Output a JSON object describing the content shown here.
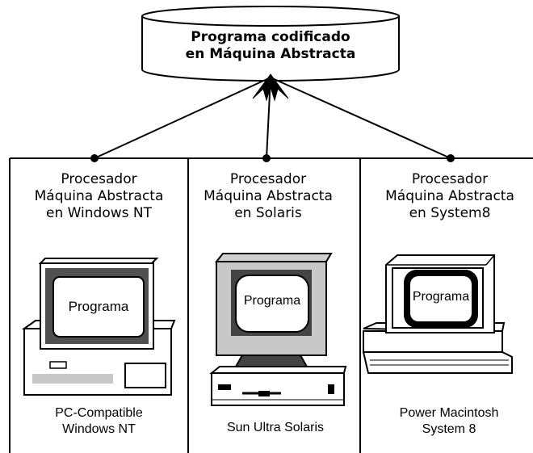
{
  "top": {
    "line1": "Programa codificado",
    "line2": "en Máquina Abstracta"
  },
  "columns": [
    {
      "proc_line1": "Procesador",
      "proc_line2": "Máquina Abstracta",
      "proc_line3": "en Windows NT",
      "screen_text": "Programa",
      "caption_line1": "PC-Compatible",
      "caption_line2": "Windows NT",
      "computer_icon": "pc-computer-icon"
    },
    {
      "proc_line1": "Procesador",
      "proc_line2": "Máquina Abstracta",
      "proc_line3": "en Solaris",
      "screen_text": "Programa",
      "caption_line1": "Sun Ultra Solaris",
      "caption_line2": "",
      "computer_icon": "sun-workstation-icon"
    },
    {
      "proc_line1": "Procesador",
      "proc_line2": "Máquina Abstracta",
      "proc_line3": "en System8",
      "screen_text": "Programa",
      "caption_line1": "Power Macintosh",
      "caption_line2": "System 8",
      "computer_icon": "macintosh-computer-icon"
    }
  ]
}
